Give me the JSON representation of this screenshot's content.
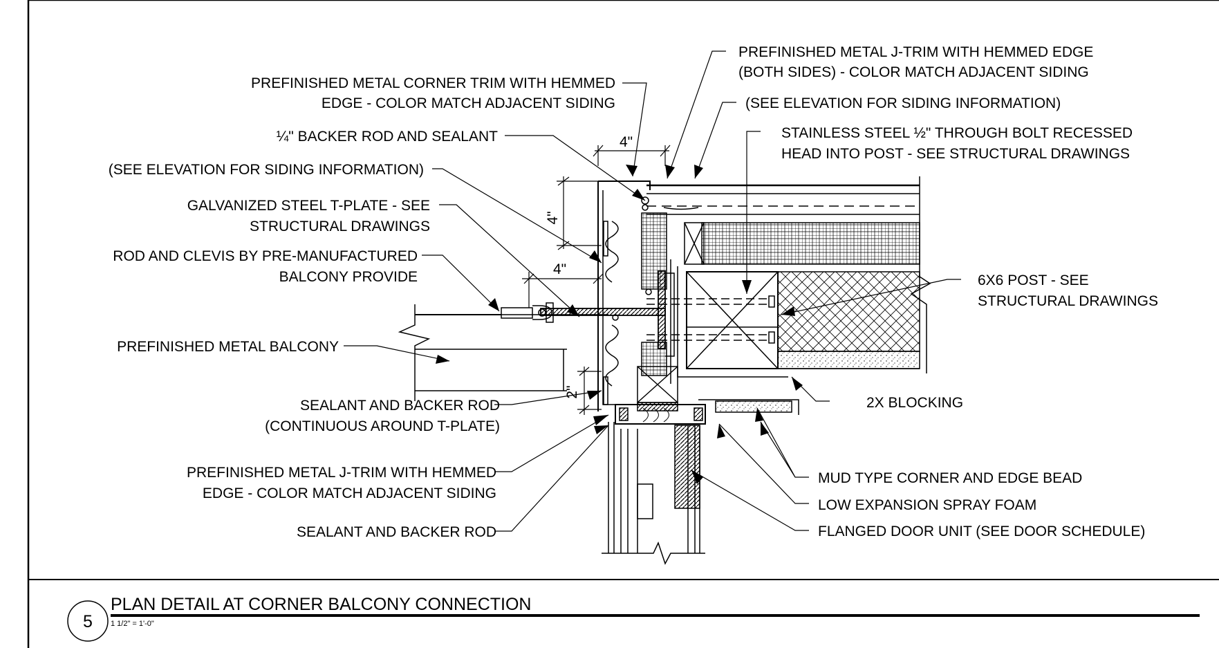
{
  "drawing": {
    "number": "5",
    "title": "PLAN DETAIL AT CORNER BALCONY CONNECTION",
    "scale": "1 1/2\" = 1'-0\""
  },
  "labels": {
    "corner_trim_1": "PREFINISHED METAL CORNER TRIM WITH HEMMED",
    "corner_trim_2": "EDGE  - COLOR MATCH ADJACENT SIDING",
    "backer_rod_top": "¼\" BACKER ROD AND SEALANT",
    "see_elev_left": "(SEE ELEVATION FOR SIDING INFORMATION)",
    "tplate_1": "GALVANIZED STEEL T-PLATE - SEE",
    "tplate_2": "STRUCTURAL DRAWINGS",
    "rod_clevis_1": "ROD AND CLEVIS BY PRE-MANUFACTURED",
    "rod_clevis_2": "BALCONY PROVIDE",
    "balcony": "PREFINISHED METAL BALCONY",
    "sealant_tplate_1": "SEALANT AND BACKER ROD",
    "sealant_tplate_2": "(CONTINUOUS AROUND T-PLATE)",
    "jtrim_left_1": "PREFINISHED METAL J-TRIM WITH HEMMED",
    "jtrim_left_2": "EDGE - COLOR MATCH ADJACENT SIDING",
    "sealant_bottom": "SEALANT AND BACKER ROD",
    "jtrim_right_1": "PREFINISHED METAL J-TRIM WITH HEMMED EDGE",
    "jtrim_right_2": "(BOTH SIDES) - COLOR MATCH ADJACENT SIDING",
    "see_elev_right": "(SEE ELEVATION FOR SIDING INFORMATION)",
    "bolt_1": "STAINLESS STEEL ½\" THROUGH BOLT RECESSED",
    "bolt_2": "HEAD INTO POST - SEE STRUCTURAL DRAWINGS",
    "post_1": "6X6 POST - SEE",
    "post_2": "STRUCTURAL DRAWINGS",
    "blocking": "2X BLOCKING",
    "bead": "MUD TYPE CORNER AND EDGE BEAD",
    "foam": "LOW EXPANSION SPRAY FOAM",
    "door": "FLANGED DOOR UNIT (SEE DOOR SCHEDULE)"
  },
  "dimensions": {
    "top": "4\"",
    "vertical": "4\"",
    "horizontal": "4\"",
    "bottom": "2\""
  }
}
